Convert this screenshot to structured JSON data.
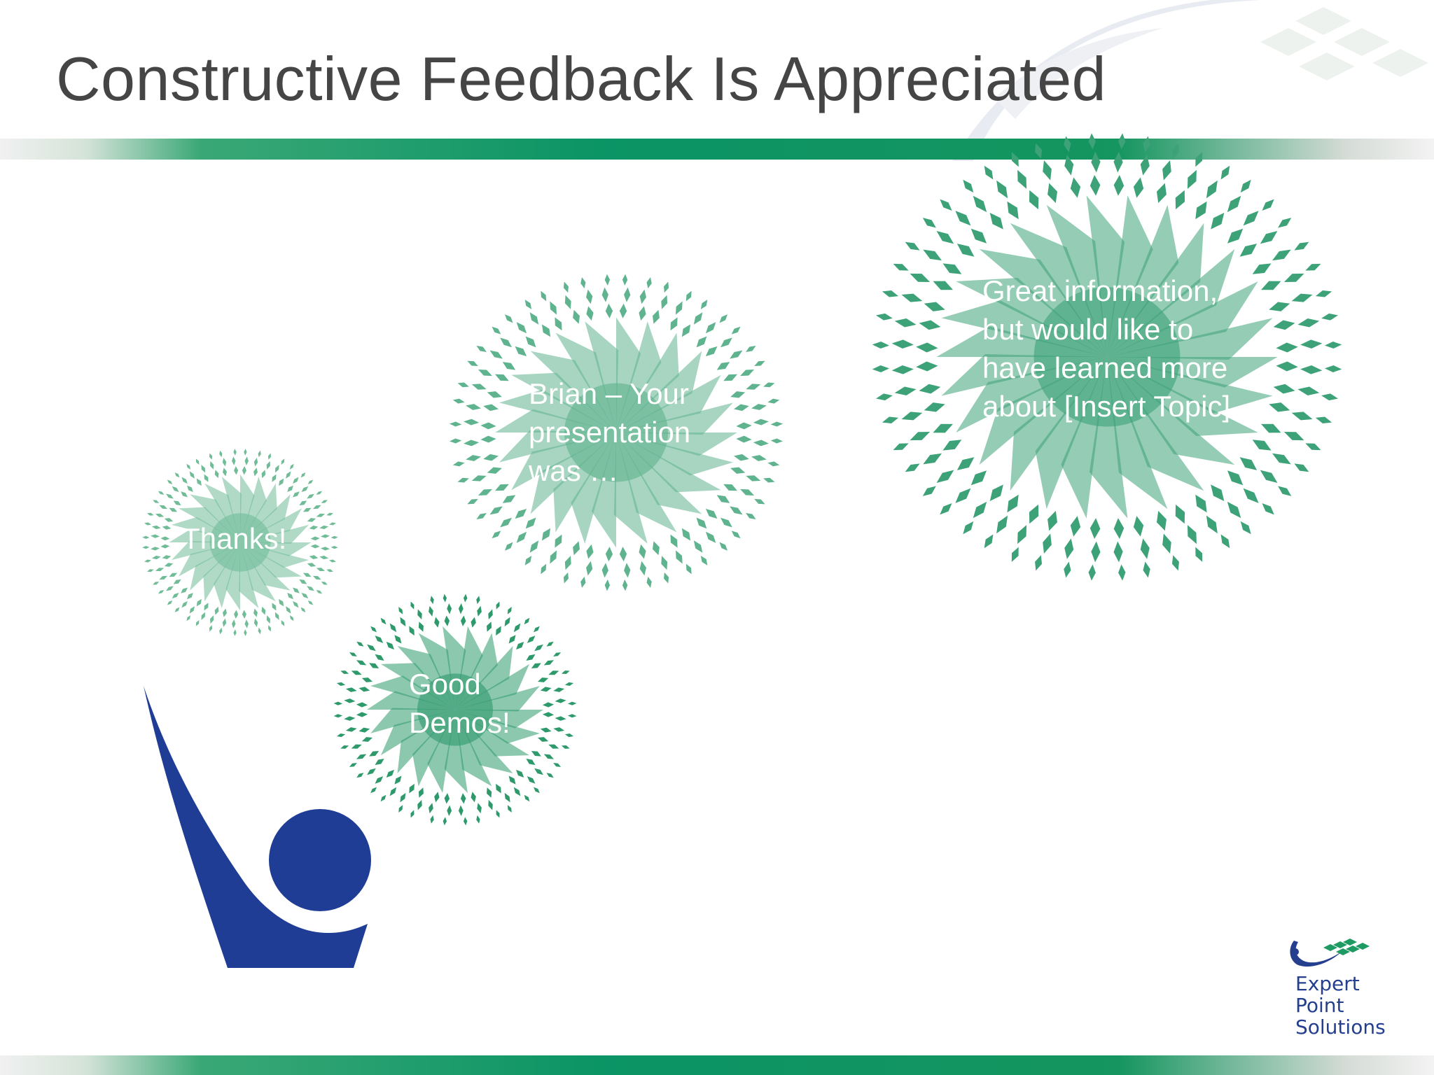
{
  "slide": {
    "title": "Constructive Feedback Is Appreciated",
    "colors": {
      "title": "#454545",
      "accent_green": "#0b9465",
      "burst_green": "#2e9a6c",
      "figure_blue": "#1f3d94"
    }
  },
  "bubbles": [
    {
      "id": "thanks",
      "text": "Thanks!",
      "color": "#6fbc97"
    },
    {
      "id": "brian",
      "lines": [
        "Brian – Your",
        "presentation",
        "was …"
      ],
      "color": "#5fb38e"
    },
    {
      "id": "good-demos",
      "lines": [
        "Good",
        "Demos!"
      ],
      "color": "#2e9a6c"
    },
    {
      "id": "great-info",
      "lines": [
        "Great information,",
        "but would like to",
        "have learned more",
        "about [Insert Topic]"
      ],
      "color": "#3ea278"
    }
  ],
  "brand": {
    "icon": "expert-point-logo-icon",
    "lines": [
      "Expert",
      "Point",
      "Solutions"
    ]
  },
  "figure": {
    "icon": "person-figure-icon"
  }
}
